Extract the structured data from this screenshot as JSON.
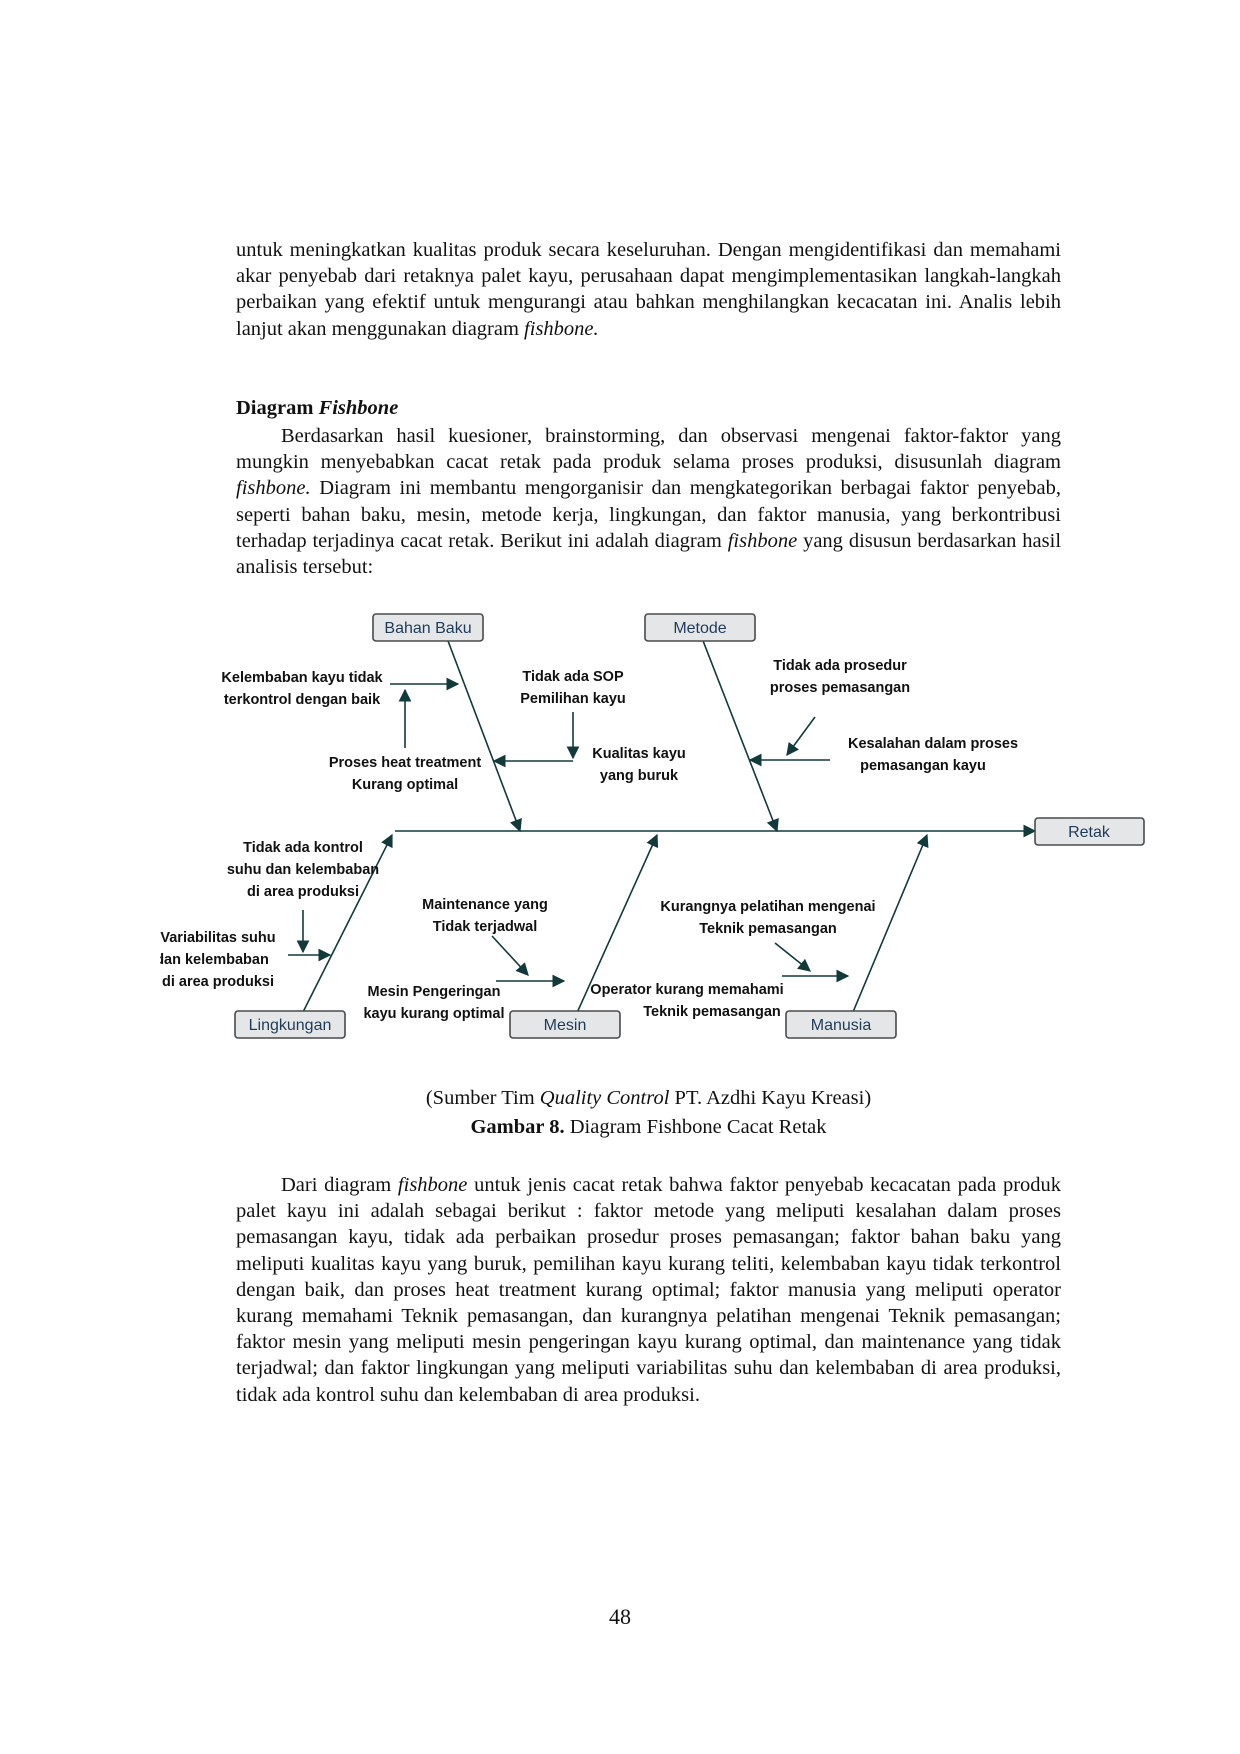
{
  "paragraphs": {
    "p1": "untuk meningkatkan kualitas produk secara keseluruhan. Dengan mengidentifikasi dan memahami akar penyebab dari retaknya palet kayu, perusahaan dapat mengimplementasikan langkah-langkah perbaikan yang efektif untuk mengurangi atau bahkan menghilangkan kecacatan ini. Analis lebih lanjut akan menggunakan diagram",
    "p1_em": "fishbone."
  },
  "heading": {
    "prefix": "Diagram",
    "em": "Fishbone"
  },
  "p2": {
    "a": "Berdasarkan hasil kuesioner, brainstorming, dan observasi mengenai faktor-faktor yang mungkin menyebabkan cacat retak pada produk selama proses produksi, disusunlah diagram",
    "em1": "fishbone.",
    "b": "Diagram ini membantu mengorganisir dan mengkategorikan berbagai faktor penyebab, seperti bahan baku, mesin, metode kerja, lingkungan, dan faktor manusia, yang berkontribusi terhadap terjadinya cacat retak. Berikut ini adalah diagram",
    "em2": "fishbone",
    "c": "yang disusun berdasarkan hasil analisis tersebut:"
  },
  "fishbone": {
    "effect": "Retak",
    "categories": {
      "bahan_baku": "Bahan Baku",
      "metode": "Metode",
      "lingkungan": "Lingkungan",
      "mesin": "Mesin",
      "manusia": "Manusia"
    },
    "causes": {
      "bb1_l1": "Kelembaban kayu tidak",
      "bb1_l2": "terkontrol dengan baik",
      "bb2_l1": "Tidak ada SOP",
      "bb2_l2": "Pemilihan kayu",
      "bb3_l1": "Proses heat treatment",
      "bb3_l2": "Kurang optimal",
      "bb4_l1": "Kualitas kayu",
      "bb4_l2": "yang buruk",
      "me1_l1": "Tidak ada prosedur",
      "me1_l2": "proses pemasangan",
      "me2_l1": "Kesalahan dalam proses",
      "me2_l2": "pemasangan kayu",
      "li1_l1": "Tidak ada kontrol",
      "li1_l2": "suhu dan kelembaban",
      "li1_l3": "di area produksi",
      "li2_l1": "Variabilitas suhu",
      "li2_l2": "dan kelembaban",
      "li2_l3": "di area produksi",
      "ms1_l1": "Maintenance yang",
      "ms1_l2": "Tidak terjadwal",
      "ms2_l1": "Mesin Pengeringan",
      "ms2_l2": "kayu kurang optimal",
      "ma1_l1": "Kurangnya pelatihan mengenai",
      "ma1_l2": "Teknik pemasangan",
      "ma2_l1": "Operator kurang memahami",
      "ma2_l2": "Teknik pemasangan"
    },
    "colors": {
      "box_fill": "#e4e6e8",
      "box_stroke": "#4a4a4a",
      "arrow": "#123a3a",
      "label_text": "#1f3b5a"
    }
  },
  "caption": {
    "source_prefix": "(Sumber Tim",
    "source_em": "Quality Control",
    "source_suffix": "PT. Azdhi Kayu Kreasi)",
    "figure_bold": "Gambar 8.",
    "figure_text": "Diagram Fishbone Cacat Retak"
  },
  "p3": {
    "a": "Dari diagram",
    "em": "fishbone",
    "b": "untuk jenis cacat retak bahwa faktor penyebab kecacatan pada produk palet kayu ini adalah sebagai berikut : faktor metode yang meliputi kesalahan dalam proses pemasangan kayu, tidak ada perbaikan prosedur proses pemasangan; faktor bahan baku yang meliputi kualitas kayu yang buruk, pemilihan kayu kurang teliti, kelembaban kayu tidak terkontrol dengan baik, dan proses heat treatment kurang optimal; faktor manusia yang meliputi operator kurang memahami Teknik pemasangan, dan kurangnya pelatihan mengenai Teknik pemasangan; faktor mesin yang meliputi mesin pengeringan kayu kurang optimal, dan maintenance yang tidak terjadwal; dan faktor lingkungan yang meliputi variabilitas suhu dan kelembaban di area produksi, tidak ada kontrol suhu dan kelembaban di area produksi."
  },
  "page_number": "48"
}
